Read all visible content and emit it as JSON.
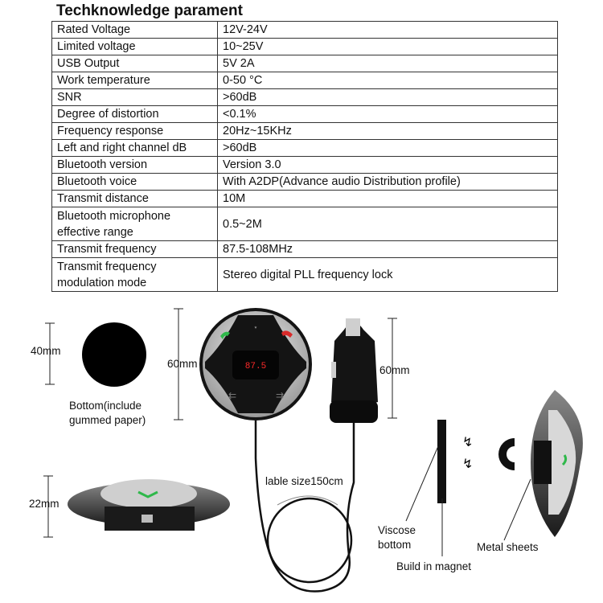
{
  "title": "Techknowledge parament",
  "specs": [
    {
      "key": "Rated Voltage",
      "value": "12V-24V"
    },
    {
      "key": "Limited voltage",
      "value": "10~25V"
    },
    {
      "key": "USB Output",
      "value": " 5V 2A"
    },
    {
      "key": "Work temperature",
      "value": "0-50 °C"
    },
    {
      "key": "SNR",
      "value": ">60dB"
    },
    {
      "key": "Degree of distortion",
      "value": " <0.1%"
    },
    {
      "key": "Frequency  response",
      "value": "20Hz~15KHz"
    },
    {
      "key": "Left and right channel dB",
      "value": ">60dB"
    },
    {
      "key": "Bluetooth version",
      "value": "Version 3.0"
    },
    {
      "key": "Bluetooth voice",
      "value": "With A2DP(Advance audio Distribution profile)"
    },
    {
      "key": "Transmit distance",
      "value": "10M"
    },
    {
      "key": "Bluetooth microphone effective range",
      "value": "0.5~2M"
    },
    {
      "key": "Transmit frequency",
      "value": "87.5-108MHz"
    },
    {
      "key": "Transmit frequency modulation mode",
      "value": "Stereo digital PLL frequency lock"
    }
  ],
  "diagram": {
    "bottom_dim": "40mm",
    "bottom_caption": "Bottom(include gummed paper)",
    "device_dim": "60mm",
    "display": "87.5",
    "charger_dim": "60mm",
    "side_dim": "22mm",
    "cable_label": "lable size150cm",
    "viscose_label": "Viscose bottom",
    "magnet_label": "Build in magnet",
    "metal_label": "Metal sheets"
  },
  "colors": {
    "call_green": "#2fb84a",
    "hangup_red": "#d92a2a",
    "display_red": "#ff2a2a",
    "body_black": "#111111",
    "button_silver": "#c8c8c8"
  }
}
